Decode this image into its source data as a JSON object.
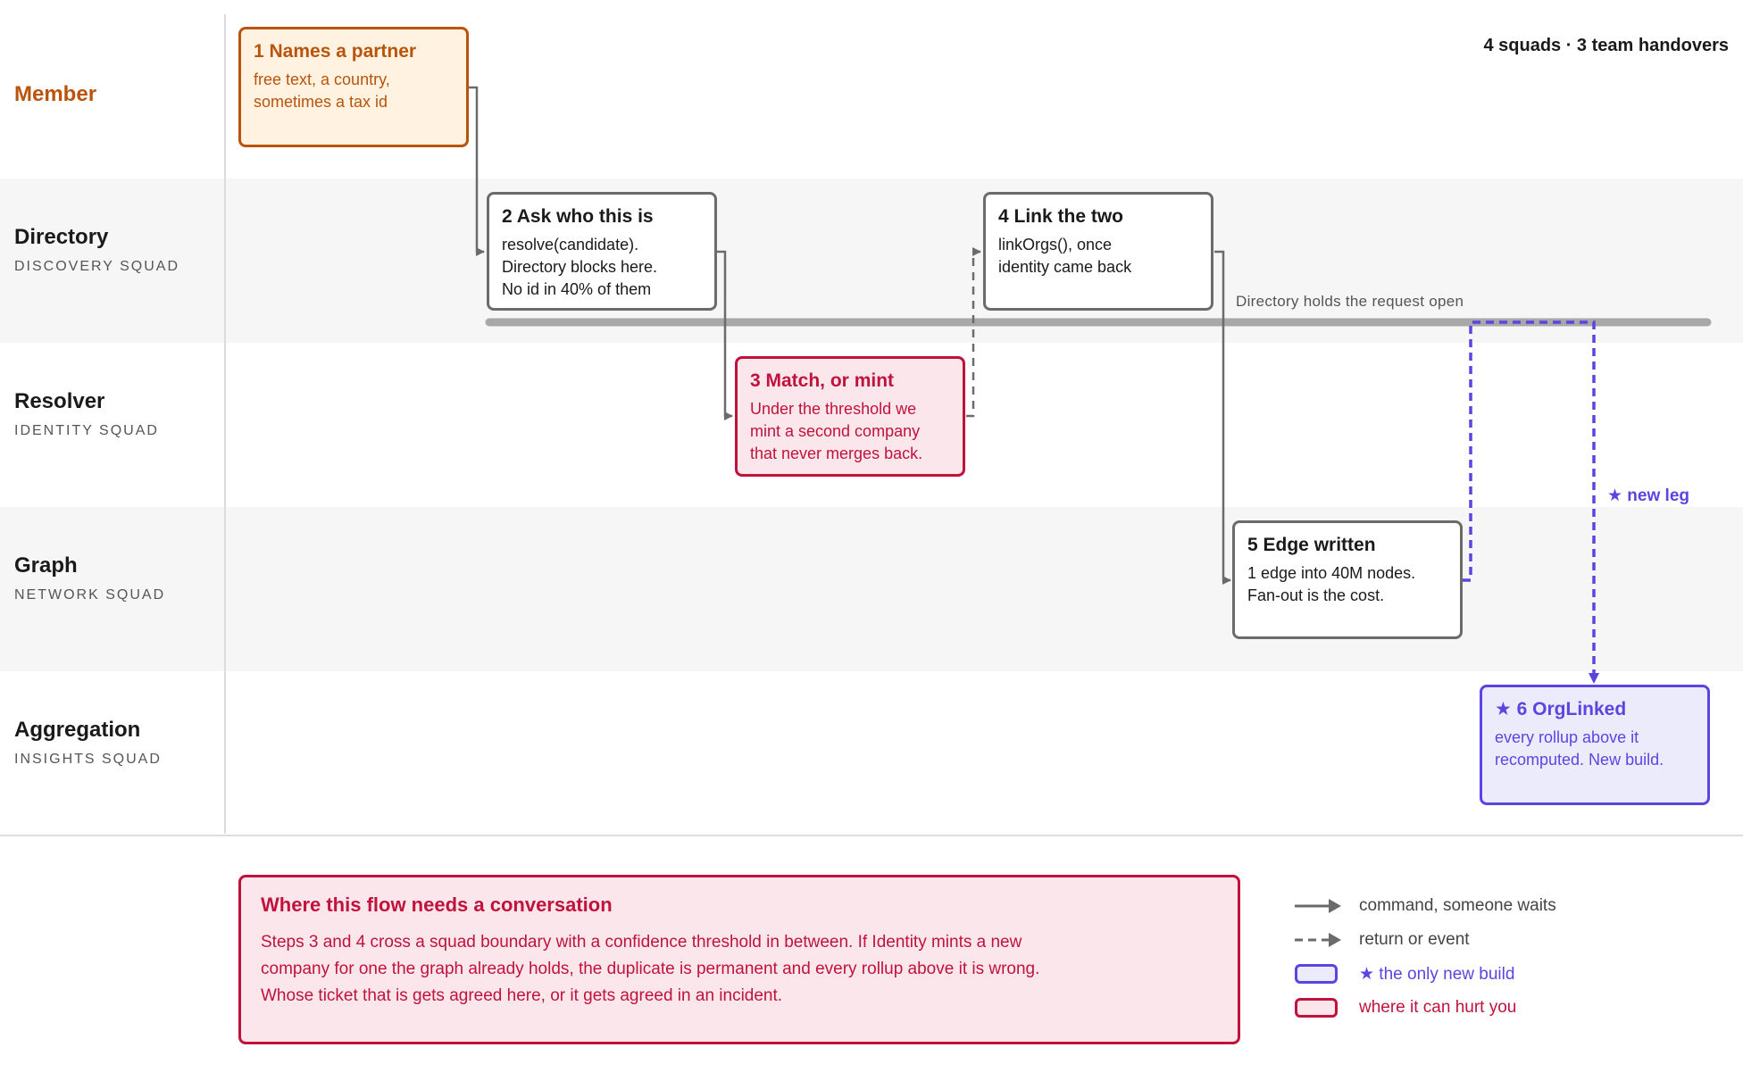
{
  "summary": "4 squads · 3 team handovers",
  "lanes": [
    {
      "name": "Member",
      "sub": ""
    },
    {
      "name": "Directory",
      "sub": "DISCOVERY SQUAD"
    },
    {
      "name": "Resolver",
      "sub": "IDENTITY SQUAD"
    },
    {
      "name": "Graph",
      "sub": "NETWORK SQUAD"
    },
    {
      "name": "Aggregation",
      "sub": "INSIGHTS SQUAD"
    }
  ],
  "steps": [
    {
      "title": "1 Names a partner",
      "body": [
        "free text, a country,",
        "sometimes a tax id"
      ]
    },
    {
      "title": "2 Ask who this is",
      "body": [
        "resolve(candidate).",
        "Directory blocks here.",
        "No id in 40% of them"
      ]
    },
    {
      "title": "3 Match, or mint",
      "body": [
        "Under the threshold we",
        "mint a second company",
        "that never merges back."
      ]
    },
    {
      "title": "4 Link the two",
      "body": [
        "linkOrgs(), once",
        "identity came back"
      ]
    },
    {
      "title": "5 Edge written",
      "body": [
        "1 edge into 40M nodes.",
        "Fan-out is the cost."
      ]
    },
    {
      "title": "★ 6 OrgLinked",
      "body": [
        "every rollup above it",
        "recomputed. New build."
      ]
    }
  ],
  "hold_label": "Directory holds the request open",
  "new_leg_label": "★ new leg",
  "callout": {
    "title": "Where this flow needs a conversation",
    "body": "Steps 3 and 4 cross a squad boundary with a confidence threshold in between. If Identity mints a new company for one the graph already holds, the duplicate is permanent and every rollup above it is wrong. Whose ticket that is gets agreed here, or it gets agreed in an incident."
  },
  "legend": [
    {
      "label": "command, someone waits",
      "kind": "solid-arrow"
    },
    {
      "label": "return or event",
      "kind": "dashed-arrow"
    },
    {
      "label": "★ the only new build",
      "kind": "newbuild-swatch"
    },
    {
      "label": "where it can hurt you",
      "kind": "danger-swatch"
    }
  ],
  "colors": {
    "member": "#b8540b",
    "danger": "#c0123c",
    "newbuild": "#5a45e0",
    "neutral": "#6b6b6b",
    "lane_alt": "#f6f6f6"
  }
}
